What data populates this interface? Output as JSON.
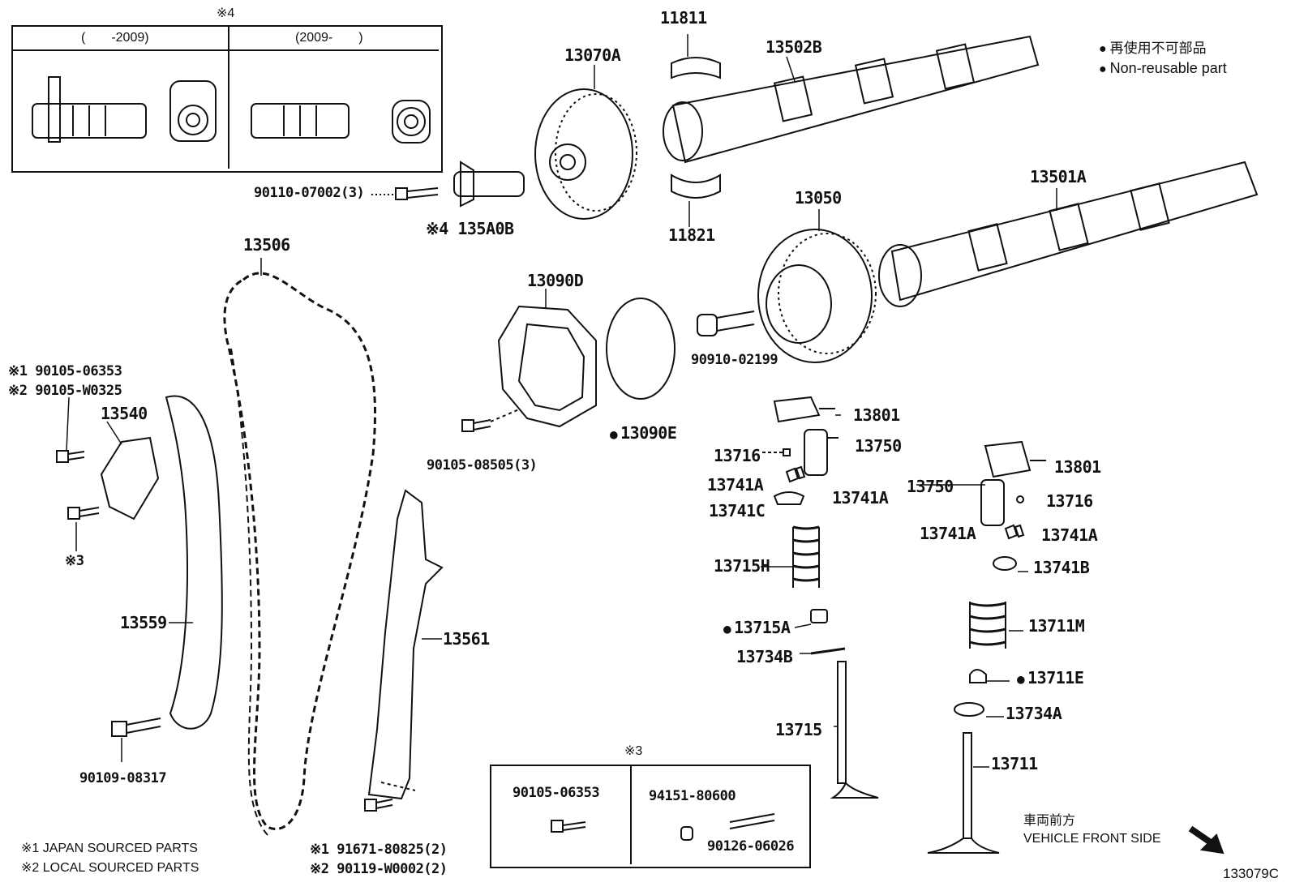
{
  "diagram_id": "133079C",
  "legend": {
    "nonreusable_jp": "再使用不可部品",
    "nonreusable_en": "Non-reusable part"
  },
  "notes": {
    "japan_sourced": "※1 JAPAN SOURCED PARTS",
    "local_sourced": "※2 LOCAL SOURCED PARTS",
    "vehicle_front_jp": "車両前方",
    "vehicle_front_en": "VEHICLE FRONT SIDE"
  },
  "inset4": {
    "mark": "※4",
    "left_header": "(　　-2009)",
    "right_header": "(2009-　　)"
  },
  "inset3": {
    "mark": "※3",
    "part_left": "90105-06353",
    "part_right_top": "94151-80600",
    "part_right_bottom": "90126-06026"
  },
  "parts": {
    "p11811": "11811",
    "p13502B": "13502B",
    "p13070A": "13070A",
    "p90110": "90110-07002(3)",
    "p135A0B": "※4 135A0B",
    "p11821": "11821",
    "p13501A": "13501A",
    "p13050": "13050",
    "p13506": "13506",
    "p13090D": "13090D",
    "p90910": "90910-02199",
    "p13090E": "13090E",
    "p90105_08505": "90105-08505(3)",
    "p90105_06353": "※1 90105-06353",
    "p90105_W0325": "※2 90105-W0325",
    "p13540": "13540",
    "pnote3": "※3",
    "p13559": "13559",
    "p13561": "13561",
    "p90109": "90109-08317",
    "p91671": "※1 91671-80825(2)",
    "p90119": "※2 90119-W0002(2)",
    "p13801a": "13801",
    "p13716a": "13716",
    "p13750a": "13750",
    "p13741A_1": "13741A",
    "p13741A_2": "13741A",
    "p13741C": "13741C",
    "p13715H": "13715H",
    "p13715A": "13715A",
    "p13734B": "13734B",
    "p13715": "13715",
    "p13801b": "13801",
    "p13750b": "13750",
    "p13716b": "13716",
    "p13741A_3": "13741A",
    "p13741A_4": "13741A",
    "p13741B": "13741B",
    "p13711M": "13711M",
    "p13711E": "13711E",
    "p13734A": "13734A",
    "p13711": "13711"
  }
}
